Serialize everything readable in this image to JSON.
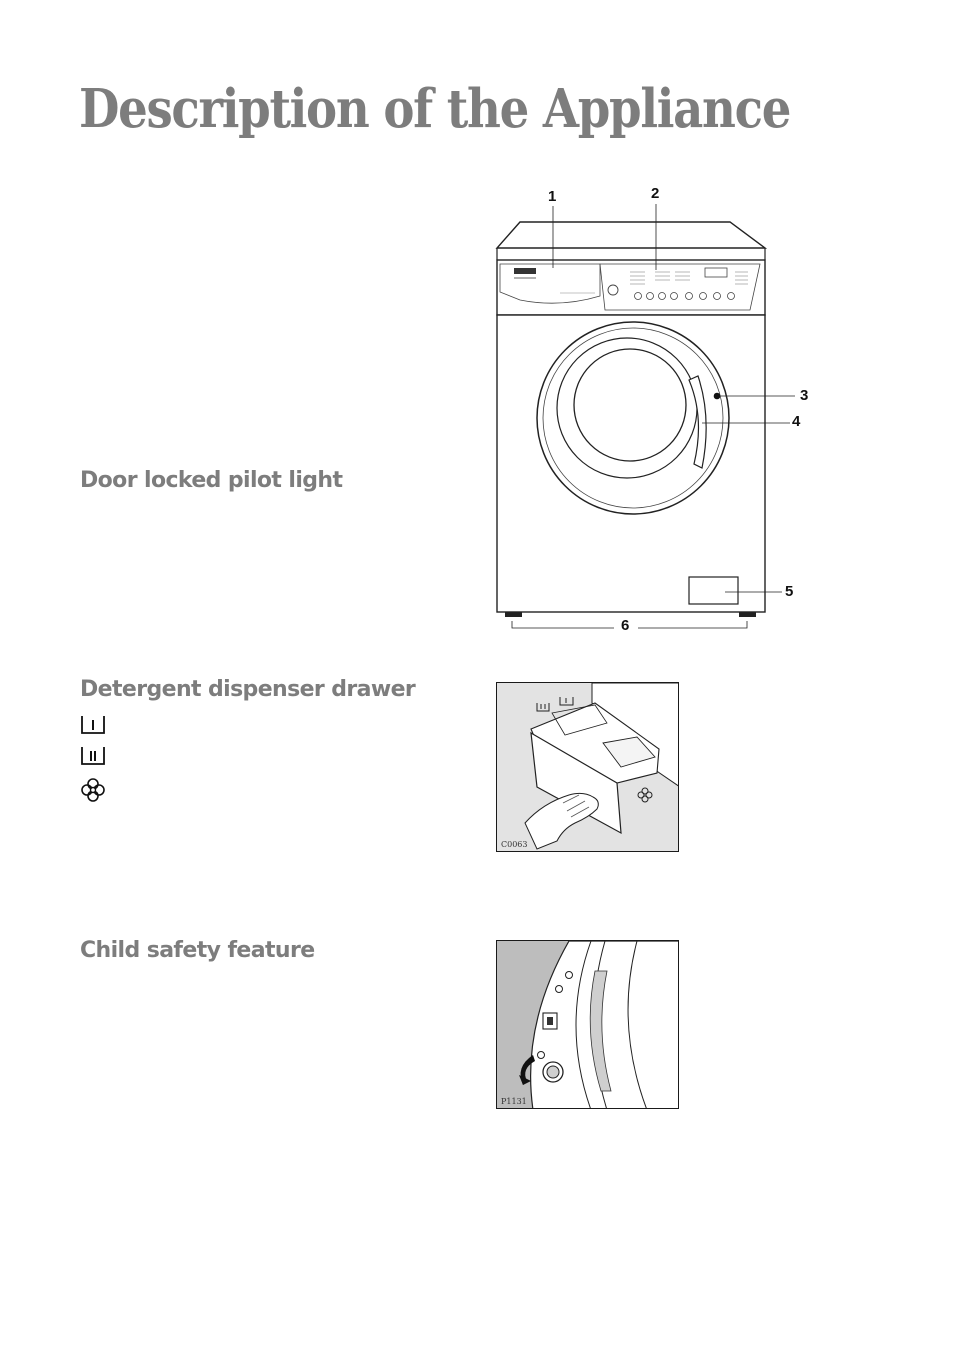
{
  "page": {
    "title": "Description of the Appliance"
  },
  "sections": {
    "door_lock": {
      "heading": "Door locked pilot light"
    },
    "detergent": {
      "heading": "Detergent dispenser drawer",
      "icons": [
        "prewash-compartment-icon",
        "main-wash-compartment-icon",
        "softener-compartment-icon"
      ]
    },
    "child_safety": {
      "heading": "Child safety feature"
    }
  },
  "figures": {
    "appliance": {
      "callouts": [
        "1",
        "2",
        "3",
        "4",
        "5",
        "6"
      ]
    },
    "drawer": {
      "code": "C0063"
    },
    "child_lock": {
      "code": "P1131"
    }
  }
}
